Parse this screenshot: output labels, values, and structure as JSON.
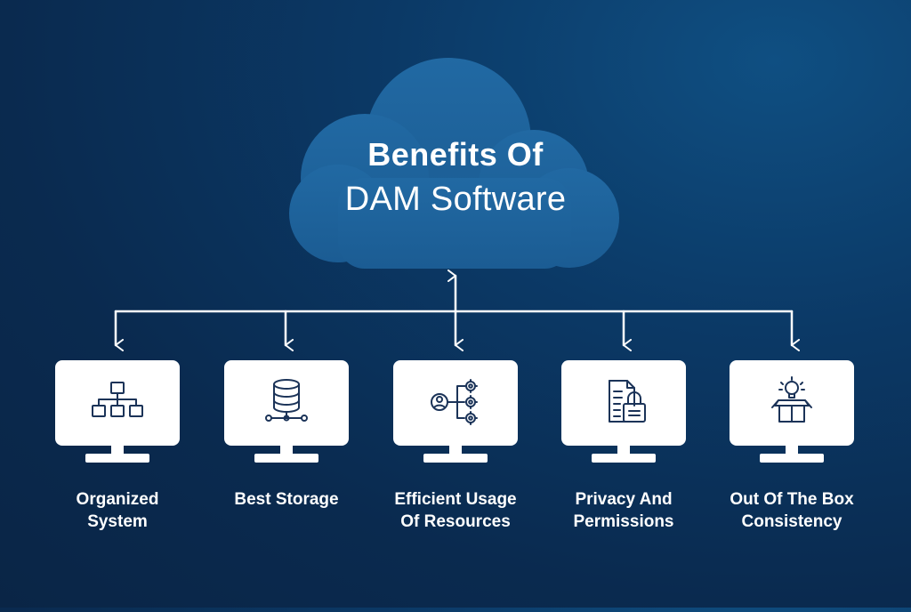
{
  "title": {
    "line1": "Benefits Of",
    "line2": "DAM Software"
  },
  "colors": {
    "background_dark": "#0a2546",
    "background_light": "#0f4f82",
    "cloud": "#1f639c",
    "screen": "#ffffff",
    "icon": "#1b3358",
    "connector": "#ffffff"
  },
  "items": [
    {
      "icon": "org-chart-icon",
      "label_lines": [
        "Organized",
        "System"
      ]
    },
    {
      "icon": "database-storage-icon",
      "label_lines": [
        "Best Storage"
      ]
    },
    {
      "icon": "resource-gears-icon",
      "label_lines": [
        "Efficient Usage",
        "Of Resources"
      ]
    },
    {
      "icon": "document-lock-icon",
      "label_lines": [
        "Privacy And",
        "Permissions"
      ]
    },
    {
      "icon": "idea-box-icon",
      "label_lines": [
        "Out Of The Box",
        "Consistency"
      ]
    }
  ]
}
